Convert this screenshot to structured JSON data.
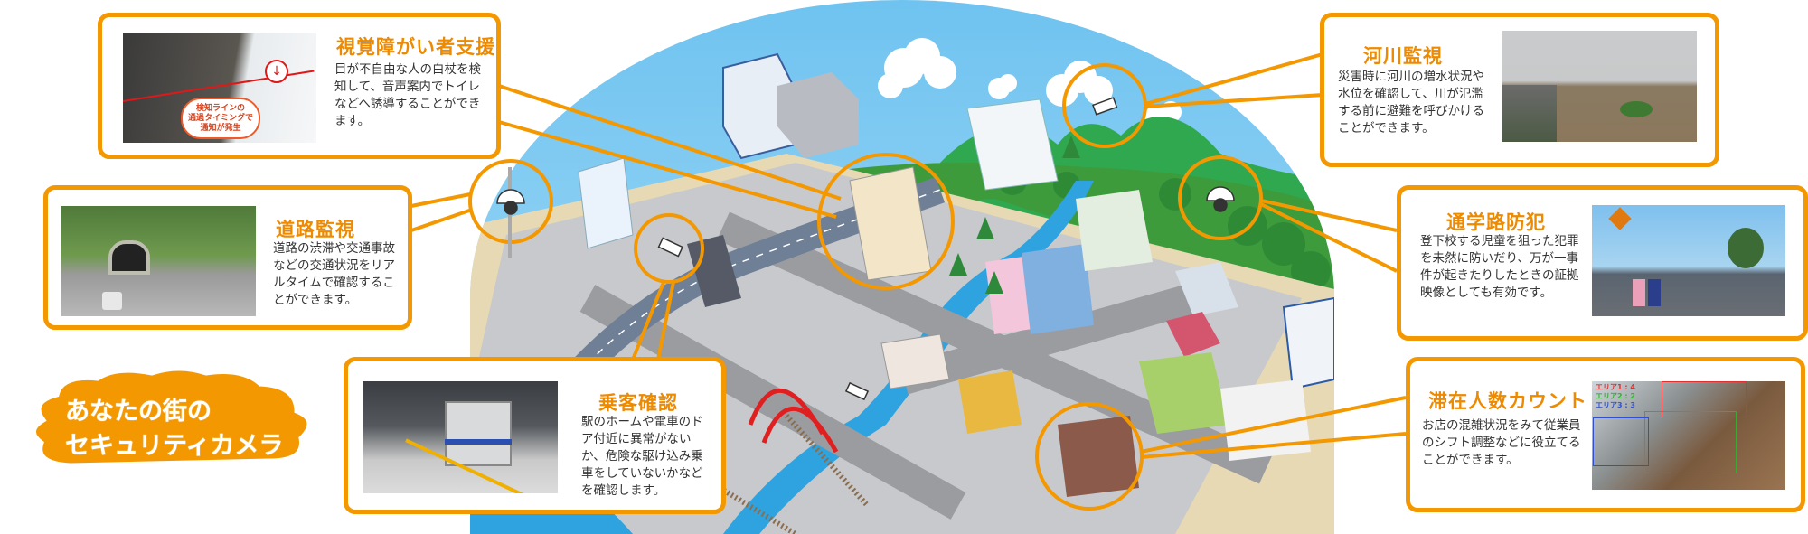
{
  "colors": {
    "accent": "#f39800",
    "title": "#ee8a00",
    "sky": "#7ec8f0",
    "river": "#2fa3e0"
  },
  "logo": {
    "line1": "あなたの街の",
    "line2": "セキュリティカメラ"
  },
  "cards": [
    {
      "id": "visual",
      "title": "視覚障がい者支援",
      "lines": [
        "目が不自由な人の白杖を検",
        "知して、音声案内でトイレ",
        "などへ誘導することができ",
        "ます。"
      ],
      "photo_caption": [
        "検知ラインの",
        "通過タイミングで",
        "通知が発生"
      ]
    },
    {
      "id": "river",
      "title": "河川監視",
      "lines": [
        "災害時に河川の増水状況や",
        "水位を確認して、川が氾濫",
        "する前に避難を呼びかける",
        "ことができます。"
      ]
    },
    {
      "id": "school",
      "title": "通学路防犯",
      "lines": [
        "登下校する児童を狙った犯罪",
        "を未然に防いだり、万が一事",
        "件が起きたりしたときの証拠",
        "映像としても有効です。"
      ]
    },
    {
      "id": "count",
      "title": "滞在人数カウント",
      "lines": [
        "お店の混雑状況をみて従業員",
        "のシフト調整などに役立てる",
        "ことができます。"
      ],
      "photo_labels": [
        "エリア1 : 4",
        "エリア2 : 2",
        "エリア3 : 3"
      ]
    },
    {
      "id": "road",
      "title": "道路監視",
      "lines": [
        "道路の渋滞や交通事故",
        "などの交通状況をリア",
        "ルタイムで確認するこ",
        "とができます。"
      ]
    },
    {
      "id": "passenger",
      "title": "乗客確認",
      "lines": [
        "駅のホームや電車のド",
        "ア付近に異常がない",
        "か、危険な駆け込み乗",
        "車をしていないかなど",
        "を確認します。"
      ]
    }
  ]
}
